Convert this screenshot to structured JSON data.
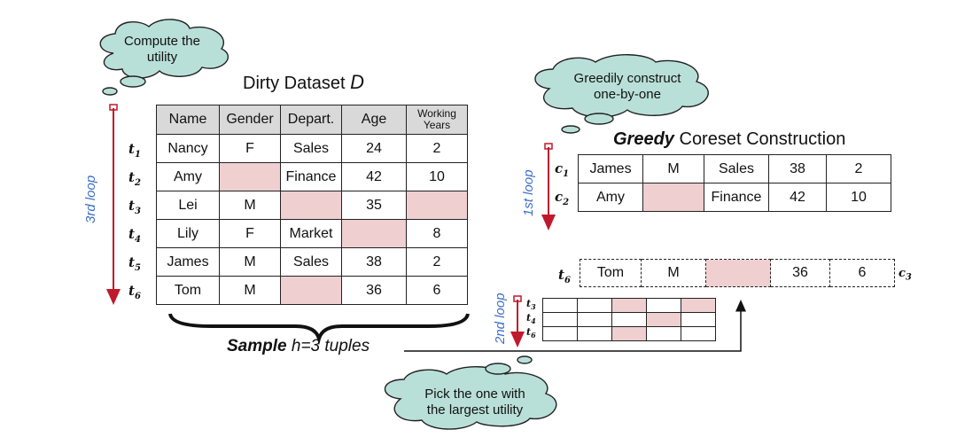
{
  "clouds": {
    "compute": [
      "Compute the",
      "utility"
    ],
    "greedy": [
      "Greedily construct",
      "one-by-one"
    ],
    "pick": [
      "Pick the one with",
      "the largest utility"
    ]
  },
  "dirty": {
    "title": "Dirty Dataset ",
    "symbol": "D",
    "headers": [
      "Name",
      "Gender",
      "Depart.",
      "Age",
      "Working Years"
    ],
    "rows": [
      {
        "label": "t",
        "sub": "1",
        "cells": [
          "Nancy",
          "F",
          "Sales",
          "24",
          "2"
        ]
      },
      {
        "label": "t",
        "sub": "2",
        "cells": [
          "Amy",
          "",
          "Finance",
          "42",
          "10"
        ]
      },
      {
        "label": "t",
        "sub": "3",
        "cells": [
          "Lei",
          "M",
          "",
          "35",
          ""
        ]
      },
      {
        "label": "t",
        "sub": "4",
        "cells": [
          "Lily",
          "F",
          "Market",
          "",
          "8"
        ]
      },
      {
        "label": "t",
        "sub": "5",
        "cells": [
          "James",
          "M",
          "Sales",
          "38",
          "2"
        ]
      },
      {
        "label": "t",
        "sub": "6",
        "cells": [
          "Tom",
          "M",
          "",
          "36",
          "6"
        ]
      }
    ]
  },
  "loops": {
    "third": "3rd loop",
    "first": "1st loop",
    "second": "2nd loop"
  },
  "sample": {
    "bold": "Sample",
    "rest": " h=3 tuples"
  },
  "coreset": {
    "title_bold": "Greedy",
    "title_rest": " Coreset Construction",
    "rows": [
      {
        "label": "c",
        "sub": "1",
        "cells": [
          "James",
          "M",
          "Sales",
          "38",
          "2"
        ]
      },
      {
        "label": "c",
        "sub": "2",
        "cells": [
          "Amy",
          "",
          "Finance",
          "42",
          "10"
        ]
      }
    ]
  },
  "candidate": {
    "label": "t",
    "sub": "6",
    "cells": [
      "Tom",
      "M",
      "",
      "36",
      "6"
    ],
    "tag": "c",
    "tag_sub": "3"
  },
  "mini": {
    "labels": [
      {
        "label": "t",
        "sub": "3"
      },
      {
        "label": "t",
        "sub": "4"
      },
      {
        "label": "t",
        "sub": "6"
      }
    ]
  },
  "colors": {
    "pink": "#efcfd0",
    "arrow": "#c0192b",
    "loop_text": "#3a6ec8",
    "cloud": "#b9e0d8"
  }
}
